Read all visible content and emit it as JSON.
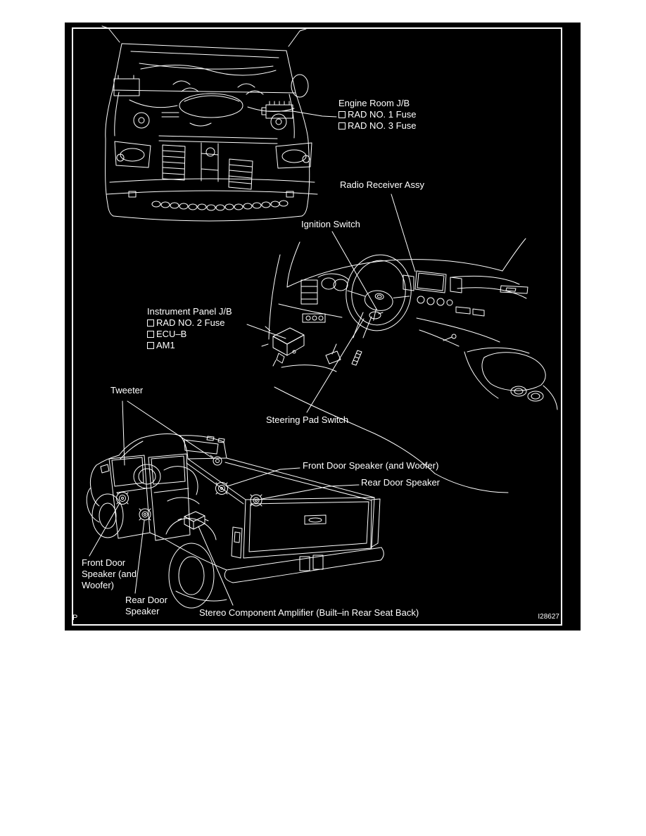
{
  "figure": {
    "corner_mark": "P",
    "figure_id": "I28627"
  },
  "colors": {
    "page_bg": "#ffffff",
    "panel_bg": "#000000",
    "line_color": "#ffffff"
  },
  "callouts": {
    "engine_room_jb": {
      "title": "Engine Room J/B",
      "fuses": [
        "RAD NO. 1 Fuse",
        "RAD NO. 3 Fuse"
      ]
    },
    "radio_receiver": {
      "label": "Radio Receiver Assy"
    },
    "ignition_switch": {
      "label": "Ignition Switch"
    },
    "instrument_panel_jb": {
      "title": "Instrument Panel J/B",
      "fuses": [
        "RAD NO. 2 Fuse",
        "ECU–B",
        "AM1"
      ]
    },
    "tweeter": {
      "label": "Tweeter"
    },
    "steering_pad_switch": {
      "label": "Steering Pad Switch"
    },
    "front_door_speaker_right": {
      "label": "Front Door Speaker (and Woofer)"
    },
    "rear_door_speaker_right": {
      "label": "Rear Door Speaker"
    },
    "front_door_speaker_left": {
      "label": "Front Door Speaker (and Woofer)"
    },
    "rear_door_speaker_left": {
      "label": "Rear Door Speaker"
    },
    "amplifier": {
      "label": "Stereo Component Amplifier (Built–in Rear Seat Back)"
    }
  }
}
